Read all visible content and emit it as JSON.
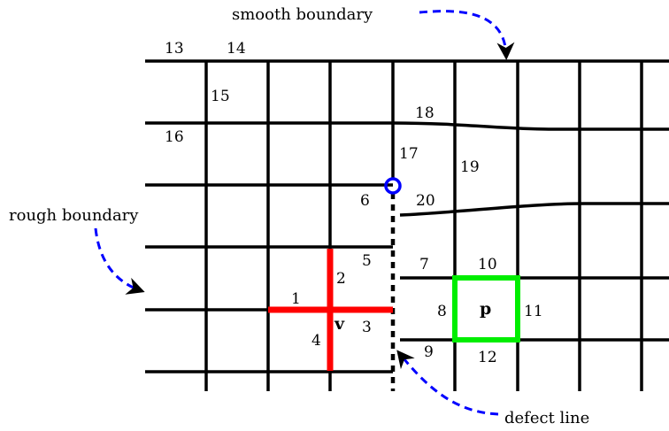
{
  "annotations": {
    "smooth_boundary": "smooth boundary",
    "rough_boundary": "rough boundary",
    "defect_line": "defect line"
  },
  "edge_labels": [
    "1",
    "2",
    "3",
    "4",
    "5",
    "6",
    "7",
    "8",
    "9",
    "10",
    "11",
    "12",
    "13",
    "14",
    "15",
    "16",
    "17",
    "18",
    "19",
    "20"
  ],
  "vertex_label": "v",
  "plaquette_label": "p",
  "colors": {
    "lattice": "#000000",
    "vertex_star": "#ff0000",
    "plaquette": "#00ee00",
    "defect_endpoint": "#0000ff",
    "arrow_dash": "#0000ff"
  }
}
